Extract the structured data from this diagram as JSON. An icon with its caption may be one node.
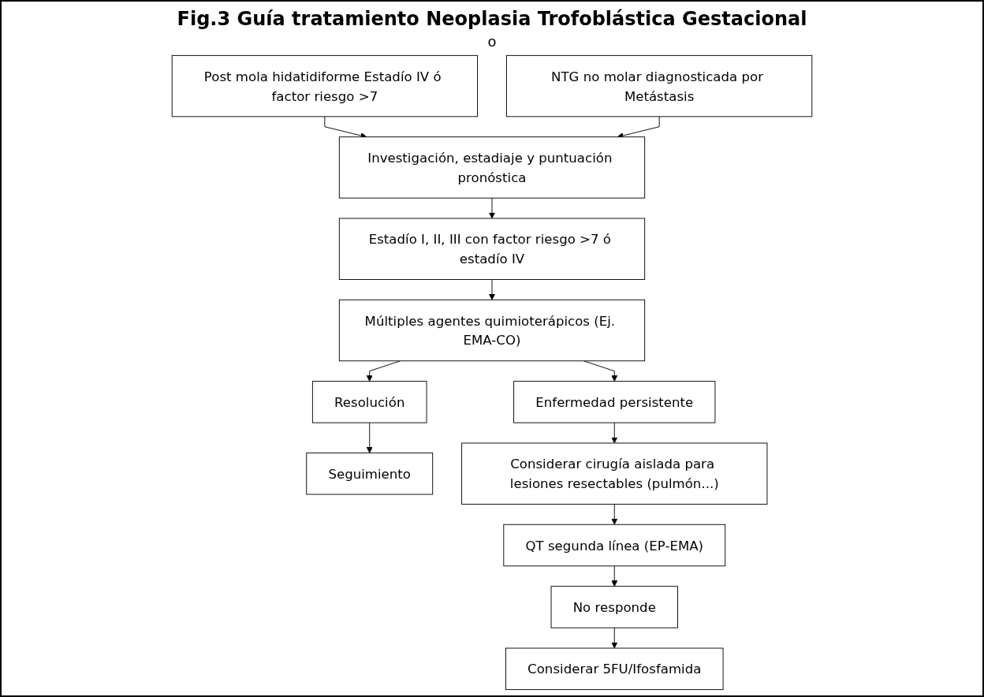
{
  "diagram": {
    "title": "Fig.3 Guía tratamiento Neoplasia Trofoblástica Gestacional",
    "nodes": [
      {
        "text": [
          "Post mola hidatidiforme Estadío IV ó factor riesgo >7"
        ]
      },
      {
        "text": [
          "NTG no molar diagnosticada por Metástasis"
        ]
      },
      {
        "text": [
          "Investigación, estadiaje y puntuación pronóstica"
        ]
      },
      {
        "text": [
          "Estadío I, II, III con factor riesgo >7 ó estadío IV"
        ]
      },
      {
        "text": [
          "Múltiples agentes quimioterápicos (Ej. EMA-CO)"
        ]
      },
      {
        "text": [
          "Resolución"
        ]
      },
      {
        "text": [
          "Enfermedad persistente"
        ]
      },
      {
        "text": [
          "Seguimiento"
        ]
      },
      {
        "text": [
          "Considerar cirugía aislada para lesiones resectables (pulmón...)"
        ]
      },
      {
        "text": [
          "QT segunda línea (EP-EMA)"
        ]
      },
      {
        "text": [
          "No responde"
        ]
      },
      {
        "text": [
          "Considerar 5FU/Ifosfamida"
        ]
      }
    ],
    "edges": [
      {
        "from": 0,
        "to": 2,
        "arrow": "to"
      },
      {
        "from": 1,
        "to": 2,
        "arrow": "to"
      },
      {
        "from": 2,
        "to": 3,
        "arrow": "to"
      },
      {
        "from": 3,
        "to": 4,
        "arrow": "to"
      },
      {
        "from": 4,
        "to": 5,
        "arrow": "to"
      },
      {
        "from": 4,
        "to": 6,
        "arrow": "to"
      },
      {
        "from": 5,
        "to": 7,
        "arrow": "to"
      },
      {
        "from": 6,
        "to": 8,
        "arrow": "to"
      },
      {
        "from": 8,
        "to": 9,
        "arrow": "to"
      },
      {
        "from": 9,
        "to": 10,
        "arrow": "to"
      },
      {
        "from": 10,
        "to": 11,
        "arrow": "to"
      }
    ],
    "labels": [
      "o"
    ]
  }
}
